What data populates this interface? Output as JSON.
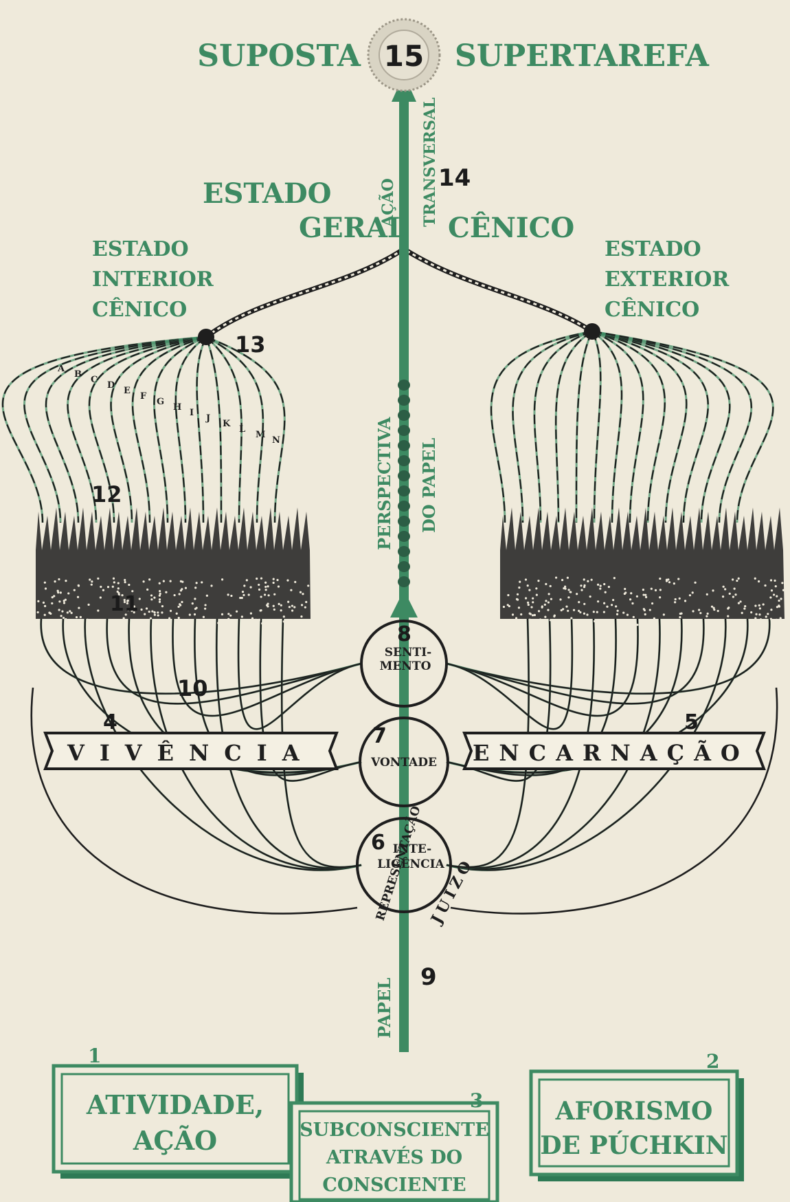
{
  "top": {
    "left_label": "SUPOSTA",
    "number": "15",
    "right_label": "SUPERTAREFA"
  },
  "general_state": {
    "word1": "ESTADO",
    "word2": "GERAL",
    "word3": "CÊNICO",
    "number": "14"
  },
  "through_action": {
    "left": "AÇÃO",
    "right": "TRANSVERSAL"
  },
  "interior_state": [
    "ESTADO",
    "INTERIOR",
    "CÊNICO"
  ],
  "exterior_state": [
    "ESTADO",
    "EXTERIOR",
    "CÊNICO"
  ],
  "numbers": {
    "n13": "13",
    "n12": "12",
    "n11": "11",
    "n10": "10",
    "n9": "9",
    "n8": "8",
    "n7": "7",
    "n6": "6",
    "n5": "5",
    "n4": "4"
  },
  "strand_letters": [
    "A",
    "B",
    "C",
    "D",
    "E",
    "F",
    "G",
    "H",
    "I",
    "J",
    "K",
    "L",
    "M",
    "N"
  ],
  "perspective": {
    "left": "PERSPECTIVA",
    "right": "DO PAPEL"
  },
  "circles": {
    "feeling": [
      "SENTI-",
      "MENTO"
    ],
    "will": "VONTADE",
    "intelligence": [
      "INTE-",
      "LIGÊNCIA"
    ],
    "representation": "REPRESENTAÇÃO",
    "judgment": "JUÍZO"
  },
  "banners": {
    "experiencing": "VIVÊNCIA",
    "embodiment": "ENCARNAÇÃO"
  },
  "role_label": "PAPEL",
  "boxes": {
    "box1": {
      "number": "1",
      "lines": [
        "ATIVIDADE,",
        "AÇÃO"
      ]
    },
    "box2": {
      "number": "2",
      "lines": [
        "AFORISMO",
        "DE PÚCHKIN"
      ]
    },
    "box3": {
      "number": "3",
      "lines": [
        "SUBCONSCIENTE",
        "ATRAVÉS DO",
        "CONSCIENTE"
      ]
    }
  },
  "colors": {
    "green": "#3d8a62",
    "dark_green": "#2c5e45",
    "ink": "#1e1e1e",
    "paper": "#efeadb"
  }
}
